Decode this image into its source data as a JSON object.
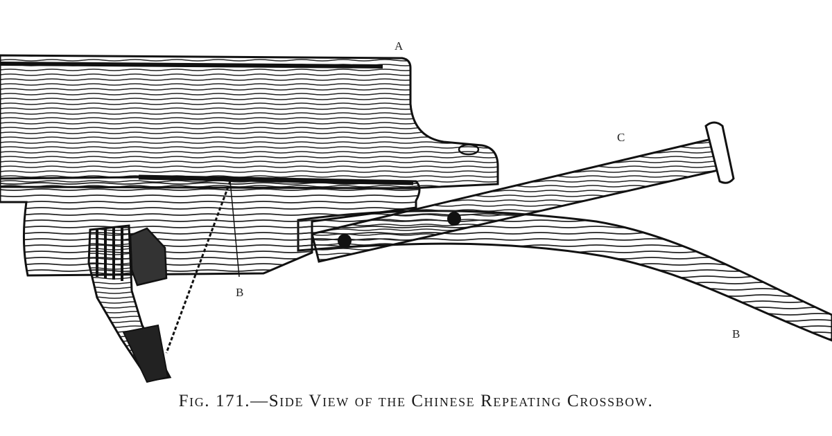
{
  "figure": {
    "caption": "Fig. 171.—Side View of the Chinese Repeating Crossbow.",
    "labels": {
      "a": "A",
      "b_string": "B",
      "b_bow": "B",
      "c": "C"
    },
    "ink_color": "#1a1a1a"
  }
}
